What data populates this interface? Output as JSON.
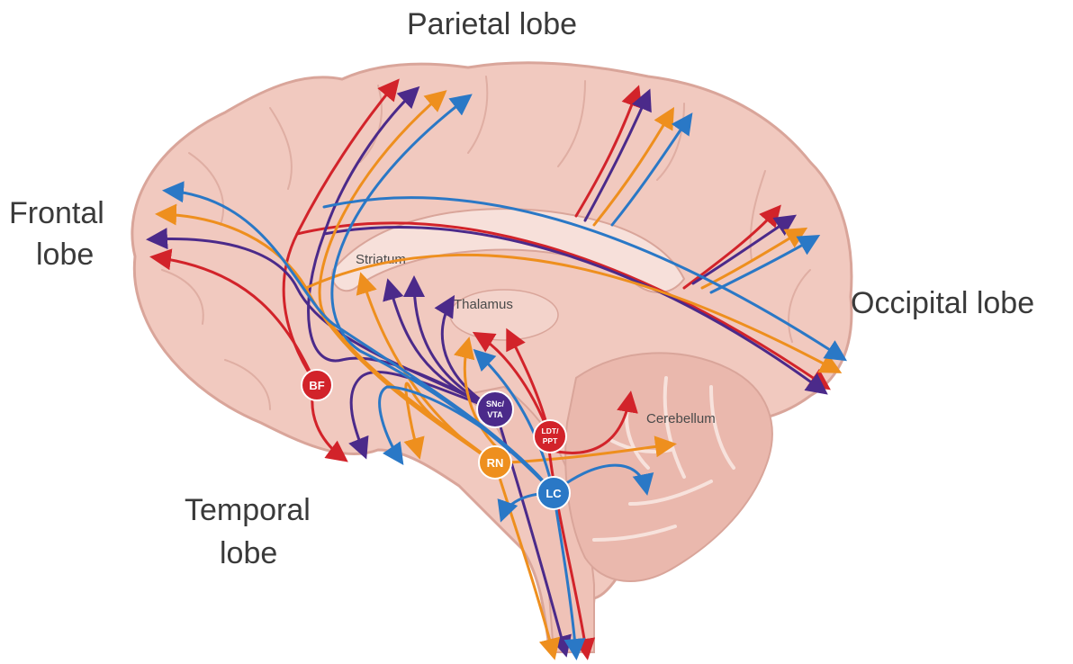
{
  "labels": {
    "parietal": "Parietal lobe",
    "frontal_line1": "Frontal",
    "frontal_line2": "lobe",
    "occipital": "Occipital lobe",
    "temporal_line1": "Temporal",
    "temporal_line2": "lobe",
    "striatum": "Striatum",
    "thalamus": "Thalamus",
    "cerebellum": "Cerebellum"
  },
  "nuclei": {
    "bf": "BF",
    "snc_line1": "SNc/",
    "snc_line2": "VTA",
    "ldt_line1": "LDT/",
    "ldt_line2": "PPT",
    "rn": "RN",
    "lc": "LC"
  },
  "colors": {
    "red": "#d2232a",
    "purple": "#4b2a8a",
    "orange": "#ee8f1e",
    "blue": "#2a78c6",
    "brain": "#f1c9bf",
    "brain_edge": "#d9a59a"
  }
}
